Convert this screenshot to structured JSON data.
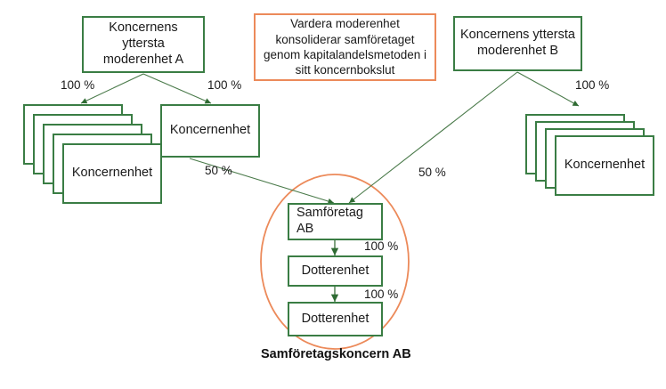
{
  "diagram": {
    "title_caption": "Samföretagskoncern AB",
    "colors": {
      "entity_border": "#3a7d44",
      "callout_border": "#ec8a5a",
      "group_ellipse": "#ec8a5a",
      "connector": "#4a7a4a",
      "text": "#1a1a1a",
      "background": "#ffffff"
    },
    "nodes": {
      "parent_a": "Koncernens yttersta moderenhet A",
      "parent_b": "Koncernens yttersta moderenhet B",
      "callout": "Vardera moderenhet konsoliderar samföretaget genom kapitalandelsmetoden i sitt koncernbokslut",
      "left_stack": "Koncernenhet",
      "middle_unit": "Koncernenhet",
      "right_stack": "Koncernenhet",
      "joint_venture": "Samföretag AB",
      "subsidiary_1": "Dotterenhet",
      "subsidiary_2": "Dotterenhet"
    },
    "edges": [
      {
        "id": "a-to-left-stack",
        "label": "100 %",
        "from": "parent_a",
        "to": "left_stack"
      },
      {
        "id": "a-to-middle",
        "label": "100 %",
        "from": "parent_a",
        "to": "middle_unit"
      },
      {
        "id": "b-to-right-stack",
        "label": "100 %",
        "from": "parent_b",
        "to": "right_stack"
      },
      {
        "id": "middle-to-jv",
        "label": "50 %",
        "from": "middle_unit",
        "to": "joint_venture"
      },
      {
        "id": "b-to-jv",
        "label": "50 %",
        "from": "parent_b",
        "to": "joint_venture"
      },
      {
        "id": "jv-to-sub1",
        "label": "100 %",
        "from": "joint_venture",
        "to": "subsidiary_1"
      },
      {
        "id": "sub1-to-sub2",
        "label": "100 %",
        "from": "subsidiary_1",
        "to": "subsidiary_2"
      }
    ],
    "edge_labels": {
      "a_left": "100 %",
      "a_middle": "100 %",
      "b_right": "100 %",
      "middle_jv": "50 %",
      "b_jv": "50 %",
      "jv_sub1": "100 %",
      "sub1_sub2": "100 %"
    },
    "stacks": {
      "left_layers": 5,
      "right_layers": 4
    }
  }
}
